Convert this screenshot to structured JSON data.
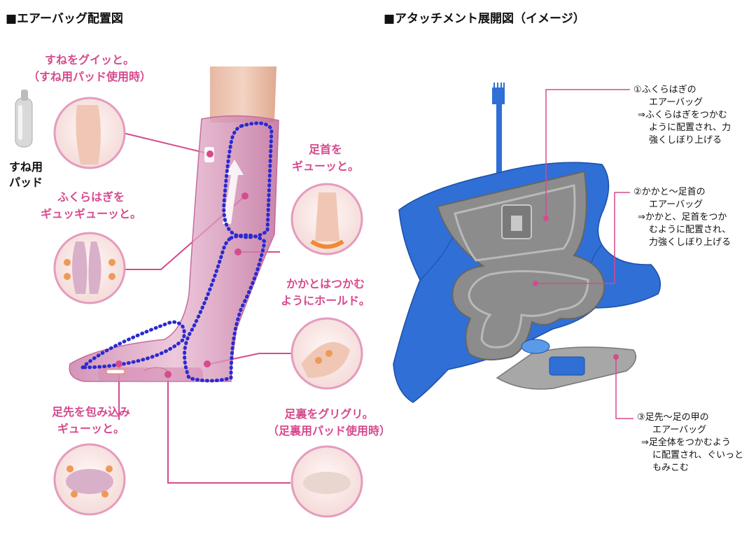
{
  "left": {
    "title": "■エアーバッグ配置図",
    "pad_label": [
      "すね用",
      "パッド"
    ],
    "callouts": {
      "shin": [
        "すねをグイッと。",
        "（すね用パッド使用時）"
      ],
      "calf": [
        "ふくらはぎを",
        "ギュッギューッと。"
      ],
      "ankle": [
        "足首を",
        "ギューッと。"
      ],
      "heel": [
        "かかとはつかむ",
        "ようにホールド。"
      ],
      "toe": [
        "足先を包み込み",
        "ギューッと。"
      ],
      "sole": [
        "足裏をグリグリ。",
        "（足裏用パッド使用時）"
      ]
    }
  },
  "right": {
    "title": "■アタッチメント展開図（イメージ）",
    "notes": [
      {
        "head": "①ふくらはぎの",
        "lines": [
          "エアーバッグ",
          "⇒ふくらはぎをつかむ",
          "ように配置され、力",
          "強くしぼり上げる"
        ]
      },
      {
        "head": "②かかと〜足首の",
        "lines": [
          "エアーバッグ",
          "⇒かかと、足首をつか",
          "むように配置され、",
          "力強くしぼり上げる"
        ]
      },
      {
        "head": "③足先〜足の甲の",
        "lines": [
          "エアーバッグ",
          "⇒足全体をつかむよう",
          "に配置され、ぐいっと",
          "もみこむ"
        ]
      }
    ]
  },
  "colors": {
    "pink": "#d64a8e",
    "airbag_dots": "#2a2ad0",
    "attachment_blue": "#2f6fd6",
    "airbag_gray": "#8c8c8c"
  }
}
